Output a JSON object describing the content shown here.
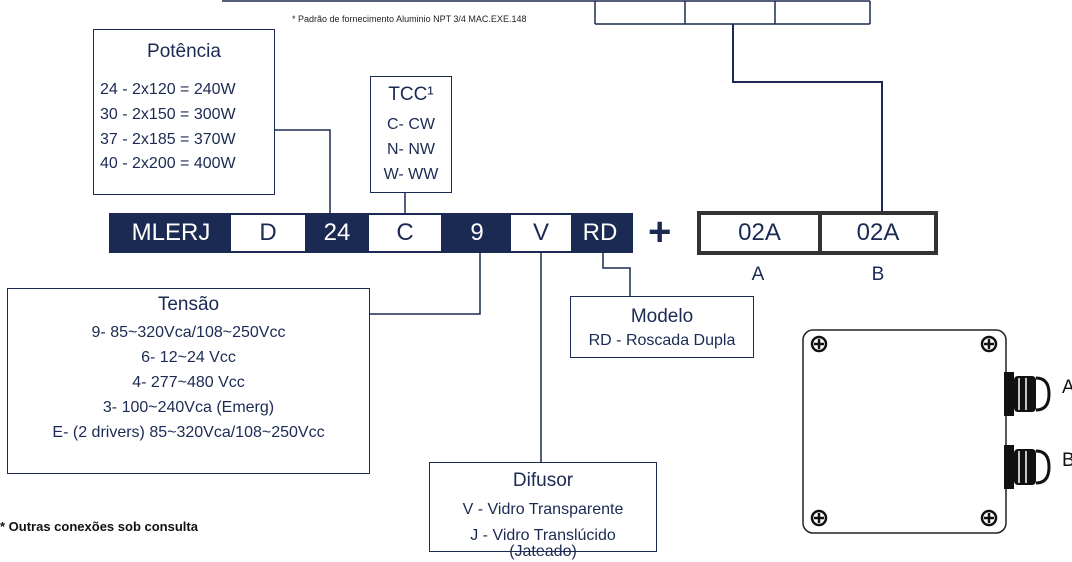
{
  "top_note": "* Padrão de fornecimento Aluminio NPT 3/4 MAC.EXE.148",
  "potencia": {
    "title": "Potência",
    "items": [
      "24 - 2x120 = 240W",
      "30 - 2x150 = 300W",
      "37 - 2x185 = 370W",
      "40 - 2x200 = 400W"
    ]
  },
  "tcc": {
    "title": "TCC¹",
    "items": [
      "C- CW",
      "N- NW",
      "W- WW"
    ]
  },
  "code": [
    "MLERJ",
    "D",
    "24",
    "C",
    "9",
    "V",
    "RD"
  ],
  "plus": "+",
  "connections": {
    "values": [
      "02A",
      "02A"
    ],
    "letters": [
      "A",
      "B"
    ]
  },
  "tensao": {
    "title": "Tensão",
    "items": [
      "9- 85~320Vca/108~250Vcc",
      "6- 12~24 Vcc",
      "4- 277~480 Vcc",
      "3- 100~240Vca (Emerg)",
      "E- (2 drivers) 85~320Vca/108~250Vcc"
    ]
  },
  "modelo": {
    "title": "Modelo",
    "items": [
      "RD - Roscada Dupla"
    ]
  },
  "difusor": {
    "title": "Difusor",
    "items": [
      "V - Vidro Transparente",
      "J - Vidro Translúcido",
      "(Jateado)"
    ]
  },
  "footnote": "* Outras conexões sob consulta",
  "device_labels": [
    "A",
    "B"
  ],
  "colors": {
    "navy": "#1b2a52",
    "frame": "#333333"
  }
}
